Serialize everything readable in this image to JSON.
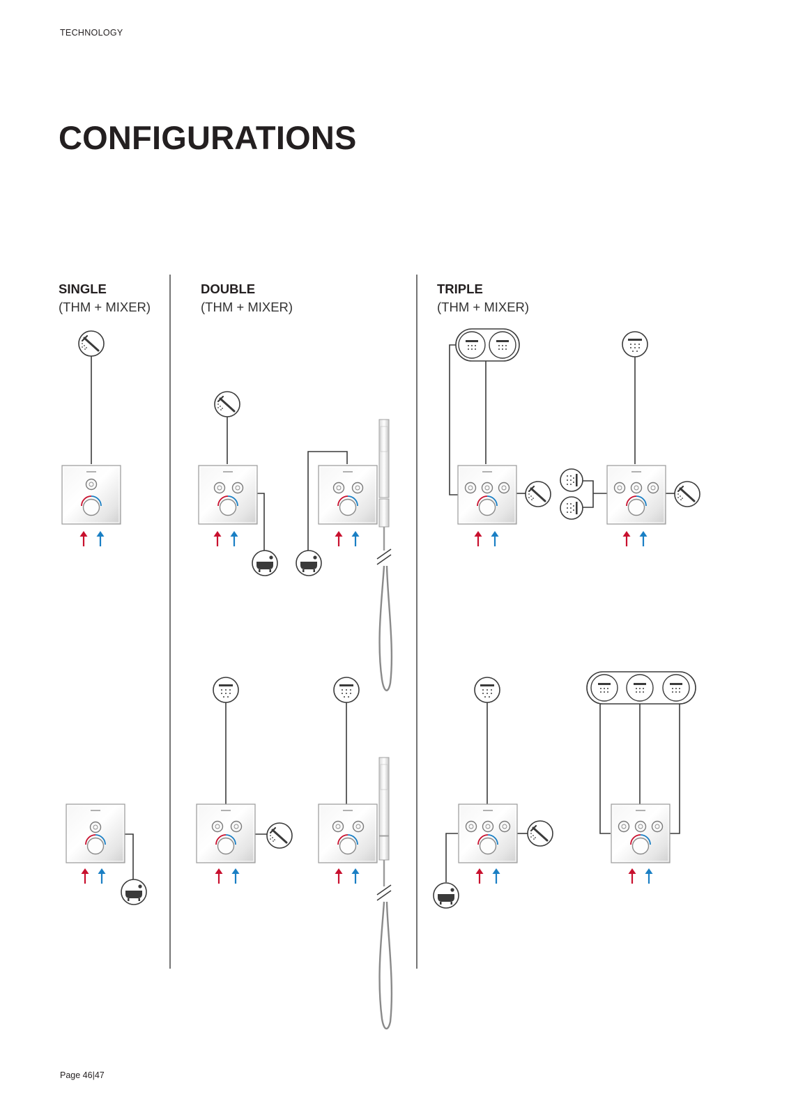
{
  "header": {
    "section": "TECHNOLOGY"
  },
  "page_title": "CONFIGURATIONS",
  "columns": [
    {
      "name": "SINGLE",
      "sub": "(THM + MIXER)"
    },
    {
      "name": "DOUBLE",
      "sub": "(THM + MIXER)"
    },
    {
      "name": "TRIPLE",
      "sub": "(THM + MIXER)"
    }
  ],
  "colors": {
    "hot": "#c8102e",
    "cold": "#1a7fc4",
    "line": "#3a3a3a",
    "rule": "#3a3a3a"
  },
  "icons": [
    "hand-shower-icon",
    "bath-tub-icon",
    "head-shower-icon",
    "body-jets-icon",
    "thermostat-valve-icon",
    "hot-arrow-icon",
    "cold-arrow-icon",
    "shower-rail-icon"
  ],
  "footer": {
    "page": "Page 46|47"
  }
}
